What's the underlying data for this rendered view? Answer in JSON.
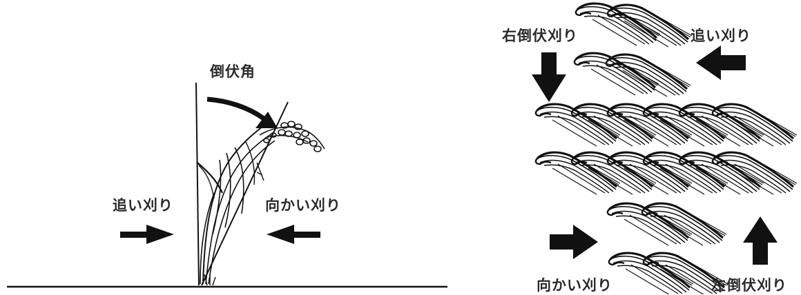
{
  "left_diagram": {
    "angle_label": "倒伏角",
    "left_label": "追い刈り",
    "right_label": "向かい刈り"
  },
  "right_diagram": {
    "top_left_label": "右倒伏刈り",
    "top_right_label": "追い刈り",
    "bottom_left_label": "向かい刈り",
    "bottom_right_label": "左倒伏刈り"
  },
  "colors": {
    "ink": "#111111",
    "background": "#ffffff"
  }
}
